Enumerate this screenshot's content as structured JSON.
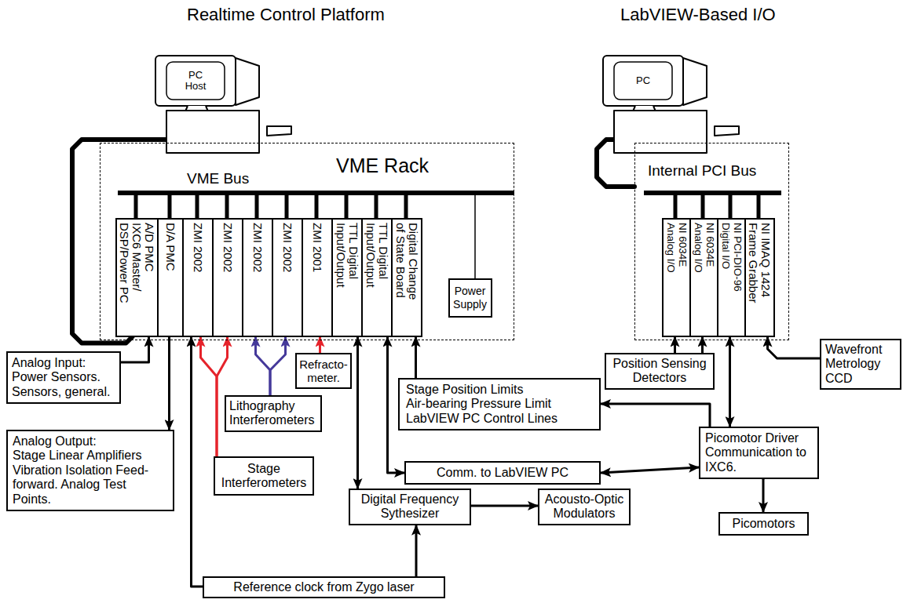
{
  "diagram": {
    "nodes": [
      {
        "text": [
          "PC Host"
        ]
      },
      {
        "text": [
          "VME Rack"
        ]
      },
      {
        "text": [
          "A/D PMC",
          "IXC6 Master/ DSP/Power PC"
        ],
        "in": 1
      },
      {
        "text": [
          "D/A PMC"
        ],
        "in": 1
      },
      {
        "text": [
          "ZMI 2002"
        ],
        "in": 1
      },
      {
        "text": [
          "ZMI 2002"
        ],
        "in": 1
      },
      {
        "text": [
          "ZMI 2002"
        ],
        "in": 1
      },
      {
        "text": [
          "ZMI 2002"
        ],
        "in": 1
      },
      {
        "text": [
          "ZMI 2001"
        ],
        "in": 1
      },
      {
        "text": [
          "TTL Digital Input/Output"
        ],
        "in": 1
      },
      {
        "text": [
          "TTL Digital Input/Output"
        ],
        "in": 1
      },
      {
        "text": [
          "Digital Change of State Board"
        ],
        "in": 1
      },
      {
        "text": [
          "Power Supply"
        ],
        "in": 1
      },
      {
        "text": [
          "PC"
        ]
      },
      {
        "text": [
          "Internal PCI Bus"
        ]
      },
      {
        "text": [
          "NI 6034E Analog I/O"
        ],
        "in": 14
      },
      {
        "text": [
          "NI 6034E Analog I/O"
        ],
        "in": 14
      },
      {
        "text": [
          "NI PCI-DIO-96 Digital I/O"
        ],
        "in": 14
      },
      {
        "text": [
          "NI IMAQ 1424 Frame Grabber"
        ],
        "in": 14
      },
      {
        "text": [
          "Analog Input:",
          "Power Sensors. Sensors, general."
        ]
      },
      {
        "text": [
          "Analog Output:",
          "Stage Linear Amplifiers Vibration Isolation Feed- forward. Analog Test Points."
        ]
      },
      {
        "text": [
          "Refracto- meter."
        ]
      },
      {
        "text": [
          "Lithography Interferometers"
        ]
      },
      {
        "text": [
          "Stage Interferometers"
        ]
      },
      {
        "text": [
          "Stage Position Limits Air-bearing Pressure Limit LabVIEW PC Control Lines"
        ]
      },
      {
        "text": [
          "Comm. to LabVIEW PC"
        ]
      },
      {
        "text": [
          "Digital Frequency Sythesizer"
        ]
      },
      {
        "text": [
          "Acousto-Optic Modulators"
        ]
      },
      {
        "text": [
          "Reference clock from Zygo laser"
        ]
      },
      {
        "text": [
          "Position Sensing Detectors"
        ]
      },
      {
        "text": [
          "Wavefront Metrology CCD"
        ]
      },
      {
        "text": [
          "Picomotor Driver Communication to IXC6."
        ]
      },
      {
        "text": [
          "Picomotors"
        ]
      }
    ],
    "edges": [
      {
        "from": 0,
        "to": 2,
        "arrow": "none"
      },
      {
        "from": 19,
        "to": 2,
        "arrow": "to"
      },
      {
        "from": 3,
        "to": 20,
        "arrow": "to"
      },
      {
        "from": 28,
        "to": 4,
        "arrow": "to"
      },
      {
        "from": 23,
        "to": 4,
        "arrow": "to"
      },
      {
        "from": 23,
        "to": 5,
        "arrow": "to"
      },
      {
        "from": 22,
        "to": 6,
        "arrow": "to"
      },
      {
        "from": 22,
        "to": 7,
        "arrow": "to"
      },
      {
        "from": 21,
        "to": 8,
        "arrow": "to"
      },
      {
        "from": 9,
        "to": 26,
        "arrow": "both"
      },
      {
        "from": 10,
        "to": 25,
        "arrow": "both"
      },
      {
        "from": 24,
        "to": 11,
        "arrow": "to"
      },
      {
        "from": 28,
        "to": 26,
        "arrow": "to"
      },
      {
        "from": 26,
        "to": 27,
        "arrow": "to"
      },
      {
        "from": 13,
        "to": 14,
        "arrow": "none"
      },
      {
        "from": 29,
        "to": 15,
        "arrow": "to"
      },
      {
        "from": 29,
        "to": 16,
        "arrow": "to"
      },
      {
        "from": 30,
        "to": 18,
        "arrow": "to"
      },
      {
        "from": 31,
        "to": 17,
        "arrow": "both"
      },
      {
        "from": 31,
        "to": 24,
        "arrow": "to"
      },
      {
        "from": 31,
        "to": 25,
        "arrow": "both"
      },
      {
        "from": 31,
        "to": 32,
        "arrow": "to"
      }
    ],
    "labels": [
      "Realtime Control Platform",
      "LabVIEW-Based I/O",
      "VME Bus"
    ]
  }
}
